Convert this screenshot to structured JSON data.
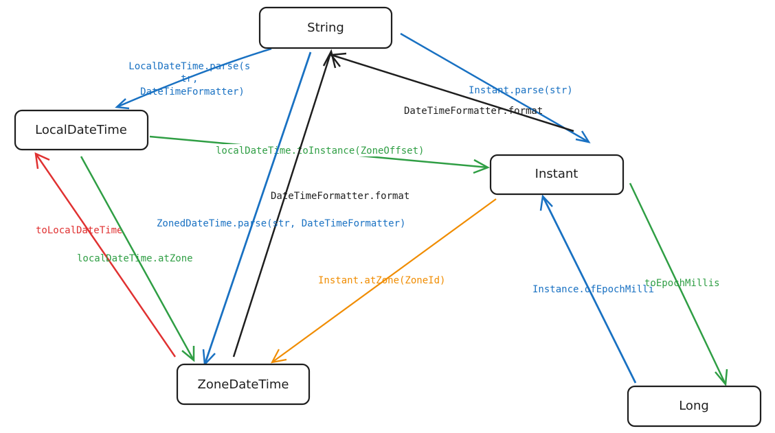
{
  "colors": {
    "black": "#1e1e1e",
    "blue": "#1971c2",
    "green": "#2f9e44",
    "red": "#e03131",
    "orange": "#f08c00"
  },
  "nodes": {
    "string": "String",
    "local_date_time": "LocalDateTime",
    "instant": "Instant",
    "zone_date_time": "ZoneDateTime",
    "long": "Long"
  },
  "edges": {
    "string_to_local": "LocalDateTime.parse(s\ntr,\nDateTimeFormatter)",
    "string_to_instant": "Instant.parse(str)",
    "instant_to_string": "DateTimeFormatter.format",
    "local_to_instant": "localDateTime.toInstance(ZoneOffset)",
    "zone_to_string": "DateTimeFormatter.format",
    "string_to_zone": "ZonedDateTime.parse(str, DateTimeFormatter)",
    "zone_to_local": "toLocalDateTime",
    "local_to_zone": "localDateTime.atZone",
    "instant_to_zone": "Instant.atZone(ZoneId)",
    "long_to_instant": "Instance.ofEpochMilli",
    "instant_to_long": "toEpochMillis"
  }
}
